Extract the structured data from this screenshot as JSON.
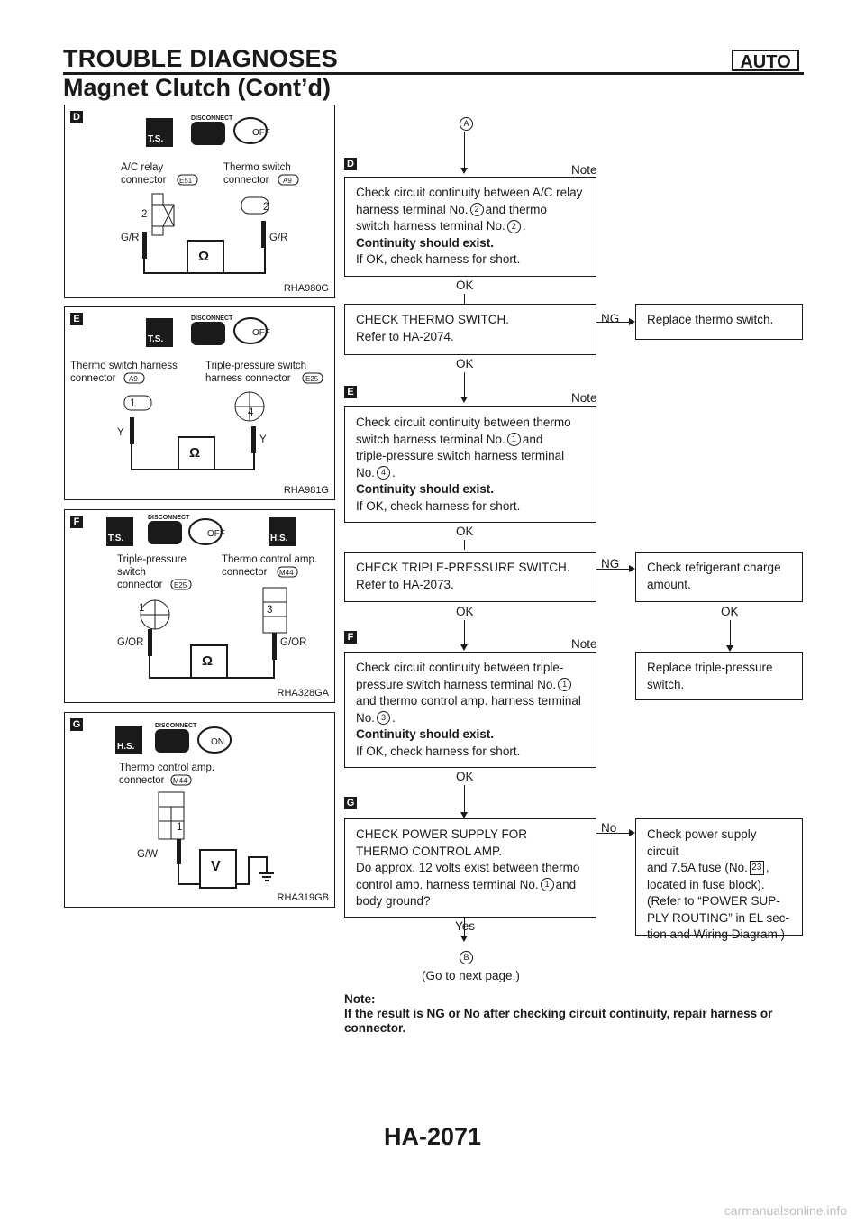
{
  "header": {
    "title": "TROUBLE DIAGNOSES",
    "subtitle": "Magnet Clutch (Cont’d)",
    "badge": "AUTO"
  },
  "panels": [
    {
      "step": "D",
      "code": "RHA980G",
      "labels": [
        "A/C relay",
        "connector",
        "E51",
        "Thermo switch",
        "connector",
        "A9",
        "2",
        "2",
        "G/R",
        "G/R",
        "DISCONNECT",
        "T.S.",
        "OFF"
      ]
    },
    {
      "step": "E",
      "code": "RHA981G",
      "labels": [
        "Thermo switch harness",
        "connector",
        "A9",
        "Triple-pressure switch",
        "harness connector",
        "E25",
        "1",
        "4",
        "Y",
        "Y",
        "DISCONNECT",
        "T.S.",
        "OFF"
      ]
    },
    {
      "step": "F",
      "code": "RHA328GA",
      "labels": [
        "Triple-pressure",
        "switch",
        "connector",
        "E25",
        "Thermo control amp.",
        "connector",
        "M44",
        "1",
        "3",
        "G/OR",
        "G/OR",
        "DISCONNECT",
        "T.S.",
        "H.S.",
        "OFF"
      ]
    },
    {
      "step": "G",
      "code": "RHA319GB",
      "labels": [
        "Thermo control amp.",
        "connector",
        "M44",
        "1",
        "G/W",
        "DISCONNECT",
        "H.S.",
        "ON",
        "V"
      ]
    }
  ],
  "flow": {
    "start": "A",
    "end": "B",
    "end_note": "(Go to next page.)",
    "steps": [
      {
        "mark": "D",
        "note": "Note",
        "lines": [
          "Check circuit continuity between A/C relay",
          "harness terminal No.",
          "2",
          "and thermo",
          "switch harness terminal No.",
          "2",
          "."
        ],
        "bold_lines": [
          "Continuity should exist."
        ],
        "tail": "If OK, check harness for short.",
        "result": "OK"
      },
      {
        "lines": [
          "CHECK THERMO SWITCH.",
          "Refer to HA-2074."
        ],
        "ng_label": "NG",
        "ng_box": "Replace thermo switch.",
        "result": "OK"
      },
      {
        "mark": "E",
        "note": "Note",
        "lines": [
          "Check circuit continuity between thermo",
          "switch harness terminal No.",
          "1",
          "and",
          "triple-pressure switch harness terminal",
          "No.",
          "4",
          "."
        ],
        "bold_lines": [
          "Continuity should exist."
        ],
        "tail": "If OK, check harness for short.",
        "result": "OK"
      },
      {
        "lines": [
          "CHECK TRIPLE-PRESSURE SWITCH.",
          "Refer to HA-2073."
        ],
        "ng_label": "NG",
        "ng_box": [
          "Check refrigerant charge",
          "amount."
        ],
        "ng_result": "OK",
        "ng_box2": [
          "Replace triple-pressure",
          "switch."
        ],
        "result": "OK"
      },
      {
        "mark": "F",
        "note": "Note",
        "lines": [
          "Check circuit continuity between triple-",
          "pressure switch harness terminal No.",
          "1",
          "and thermo control amp. harness terminal",
          "No.",
          "3",
          "."
        ],
        "bold_lines": [
          "Continuity should exist."
        ],
        "tail": "If OK, check harness for short.",
        "result": "OK"
      },
      {
        "mark": "G",
        "lines": [
          "CHECK POWER SUPPLY FOR",
          "THERMO CONTROL AMP.",
          "Do approx. 12 volts exist between thermo",
          "control amp. harness terminal No.",
          "1",
          "and",
          "body ground?"
        ],
        "ng_label": "No",
        "ng_box": [
          "Check power supply circuit",
          "and 7.5A fuse (No.",
          "23",
          ",",
          "located in fuse block).",
          "(Refer to “POWER SUP-",
          "PLY ROUTING” in EL sec-",
          "tion and Wiring Diagram.)"
        ],
        "result": "Yes"
      }
    ]
  },
  "final_note": {
    "heading": "Note:",
    "text": "If the result is NG or No after checking circuit continuity, repair harness or connector."
  },
  "page_number": "HA-2071",
  "watermark": "carmanualsonline.info"
}
